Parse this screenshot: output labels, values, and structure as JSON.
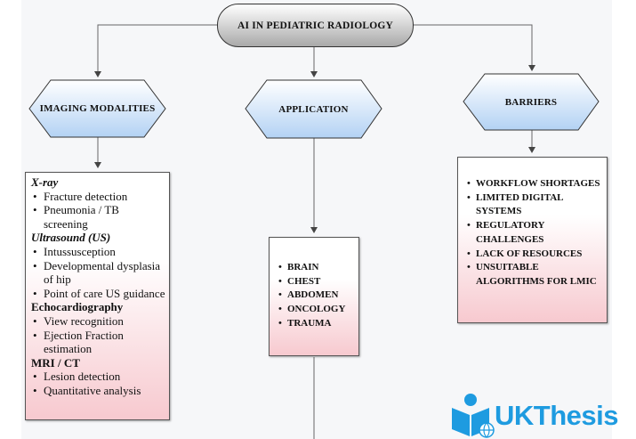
{
  "root": {
    "label": "AI IN PEDIATRIC RADIOLOGY"
  },
  "branches": [
    {
      "label": "IMAGING MODALITIES"
    },
    {
      "label": "APPLICATION"
    },
    {
      "label": "BARRIERS"
    }
  ],
  "modalities": [
    {
      "title": "X-ray",
      "items": [
        "Fracture detection",
        "Pneumonia / TB screening"
      ]
    },
    {
      "title": "Ultrasound (US)",
      "items": [
        "Intussusception",
        "Developmental dysplasia of hip",
        "Point of care US guidance"
      ]
    },
    {
      "title": "Echocardiography",
      "items": [
        "View recognition",
        "Ejection Fraction estimation"
      ]
    },
    {
      "title": "MRI / CT",
      "items": [
        "Lesion detection",
        "Quantitative analysis"
      ]
    }
  ],
  "applications": [
    "BRAIN",
    "CHEST",
    "ABDOMEN",
    "ONCOLOGY",
    "TRAUMA"
  ],
  "barriers": [
    "WORKFLOW SHORTAGES",
    "LIMITED DIGITAL SYSTEMS",
    "REGULATORY CHALLENGES",
    "LACK OF RESOURCES",
    "UNSUITABLE ALGORITHMS FOR LMIC"
  ],
  "logo": {
    "text": "UKThesis",
    "color": "#1e9be0"
  },
  "colors": {
    "hex_top": "#ffffff",
    "hex_bottom": "#b3d2f4",
    "box_bottom": "#f7c9cf",
    "root_bottom": "#a9a9a9"
  }
}
